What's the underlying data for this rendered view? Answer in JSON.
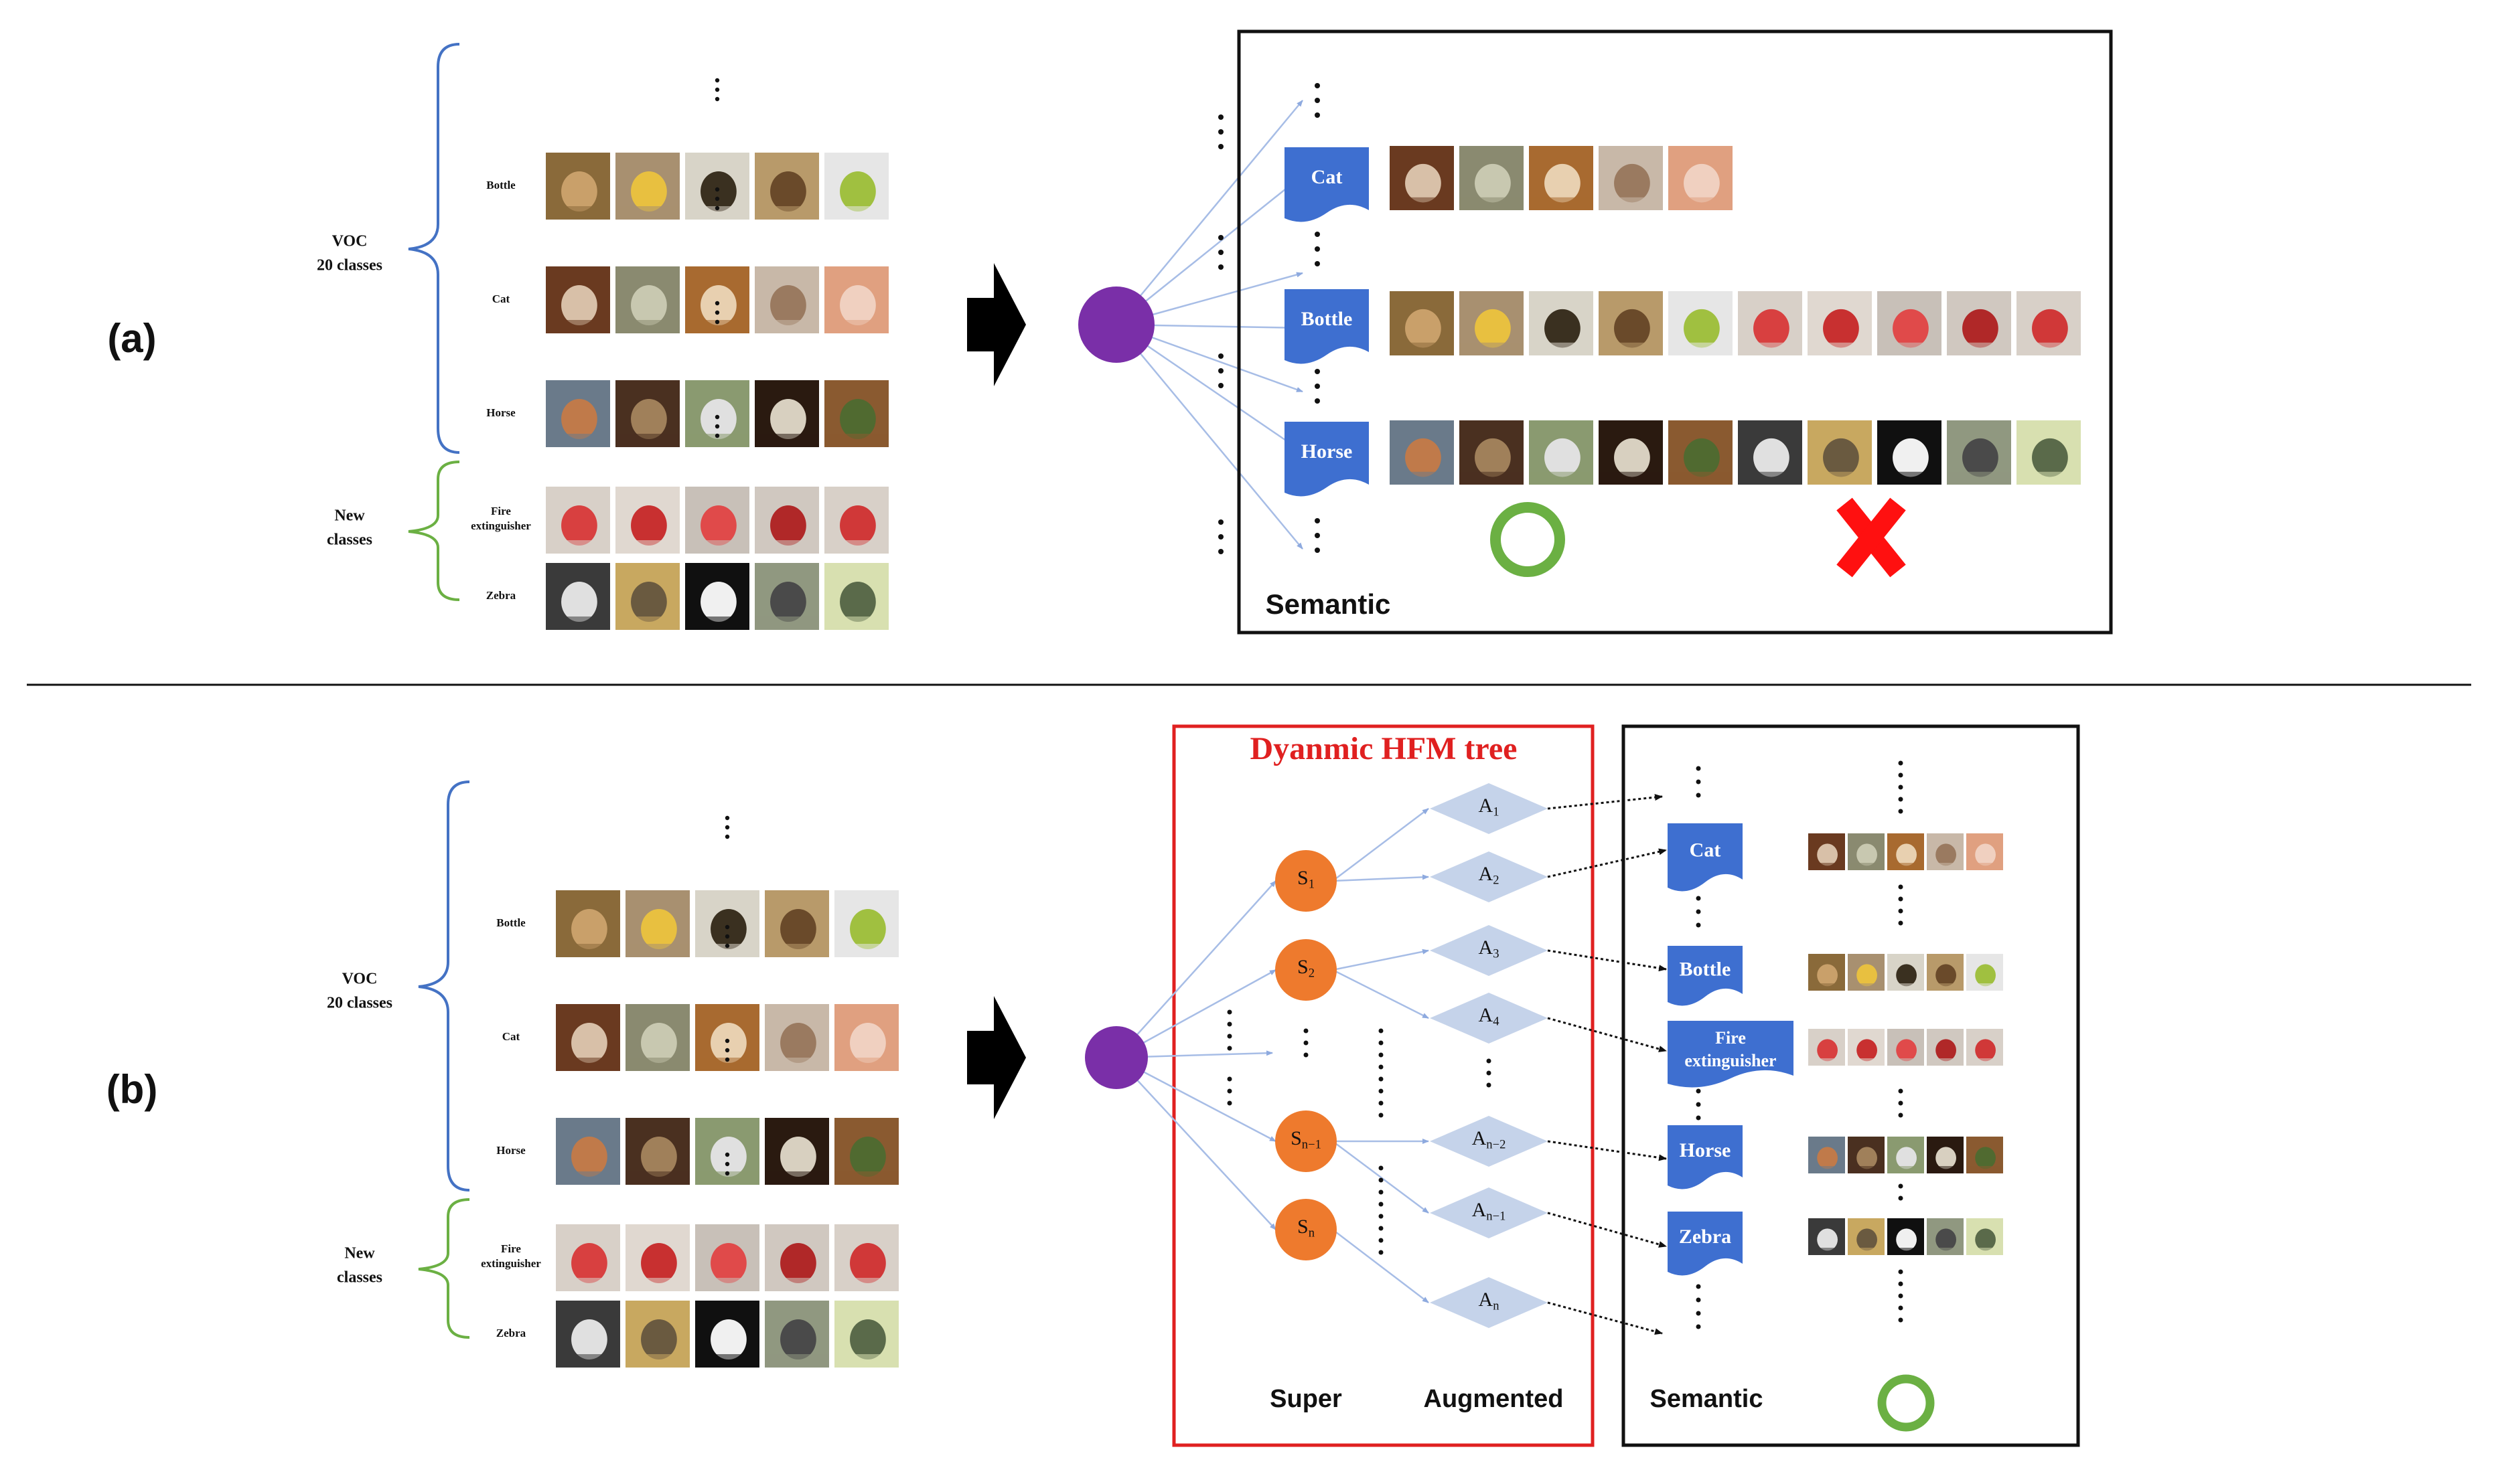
{
  "panel_a": {
    "label": "(a)",
    "group_voc": [
      "VOC",
      "20 classes"
    ],
    "group_new": [
      "New",
      "classes"
    ],
    "rows": [
      "Bottle",
      "Cat",
      "Horse",
      "Fire extinguisher",
      "Zebra"
    ],
    "semantic_nodes": [
      "Cat",
      "Bottle",
      "Horse"
    ],
    "semantic_title": "Semantic"
  },
  "panel_b": {
    "label": "(b)",
    "group_voc": [
      "VOC",
      "20 classes"
    ],
    "group_new": [
      "New",
      "classes"
    ],
    "rows": [
      "Bottle",
      "Cat",
      "Horse",
      "Fire extinguisher",
      "Zebra"
    ],
    "tree_title": "Dyanmic HFM tree",
    "super_nodes": [
      "S1",
      "S2",
      "Sn−1",
      "Sn"
    ],
    "augmented_nodes": [
      "A1",
      "A2",
      "A3",
      "A4",
      "An−2",
      "An−1",
      "An"
    ],
    "semantic_nodes": [
      "Cat",
      "Bottle",
      "Fire extinguisher",
      "Horse",
      "Zebra"
    ],
    "footer_super": "Super",
    "footer_augmented": "Augmented",
    "footer_semantic": "Semantic"
  },
  "colors": {
    "purple_node": "#7a2fa8",
    "super_node": "#ee7a2d",
    "augmented_node": "#c5d3ea",
    "semantic_node": "#3e6fd0",
    "edge": "#a7bde6",
    "brace_voc": "#4472c4",
    "brace_new": "#6bb043",
    "correct_mark": "#6bb043",
    "wrong_mark": "#ff1010",
    "tree_border": "#e02020",
    "tree_title": "#e02020"
  },
  "icons": [
    "right-arrow-icon",
    "correct-circle-icon",
    "wrong-cross-icon"
  ]
}
